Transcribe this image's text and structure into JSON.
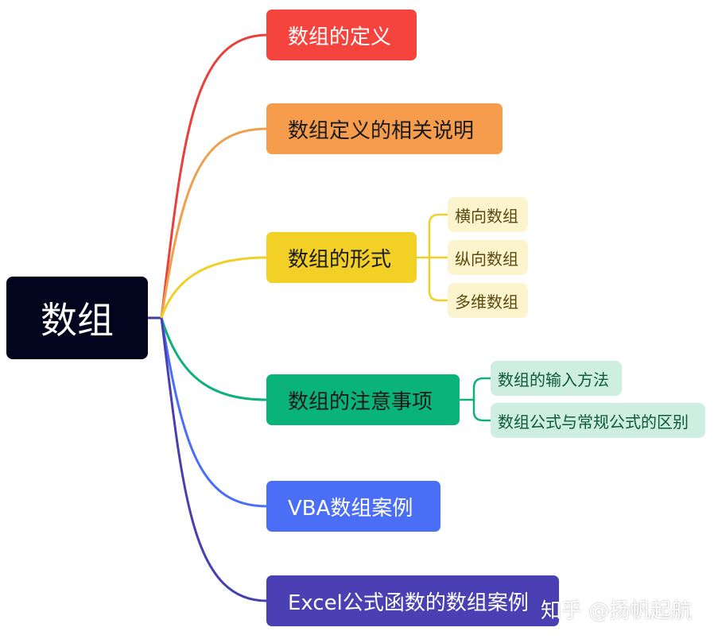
{
  "root": {
    "label": "数组",
    "color": "#03051e"
  },
  "branches": [
    {
      "label": "数组的定义",
      "color": "#f5433d",
      "text_color": "#ffffff"
    },
    {
      "label": "数组定义的相关说明",
      "color": "#f59d4d",
      "text_color": "#1a1a1a"
    },
    {
      "label": "数组的形式",
      "color": "#f2d026",
      "text_color": "#1a1a1a",
      "children": [
        "横向数组",
        "纵向数组",
        "多维数组"
      ],
      "child_bg": "#fcf4cc",
      "child_text": "#5a4a10"
    },
    {
      "label": "数组的注意事项",
      "color": "#0ab37a",
      "text_color": "#1a1a1a",
      "children": [
        "数组的输入方法",
        "数组公式与常规公式的区别"
      ],
      "child_bg": "#cdeee1",
      "child_text": "#0d5a3e"
    },
    {
      "label": "VBA数组案例",
      "color": "#4a6ef5",
      "text_color": "#ffffff"
    },
    {
      "label": "Excel公式函数的数组案例",
      "color": "#4b40b3",
      "text_color": "#ffffff"
    }
  ],
  "watermark": "知乎 @扬帆起航",
  "connector_colors": [
    "#e9403a",
    "#f0a04d",
    "#f0cf28",
    "#10b07a",
    "#4a6ef5",
    "#4640b0"
  ]
}
